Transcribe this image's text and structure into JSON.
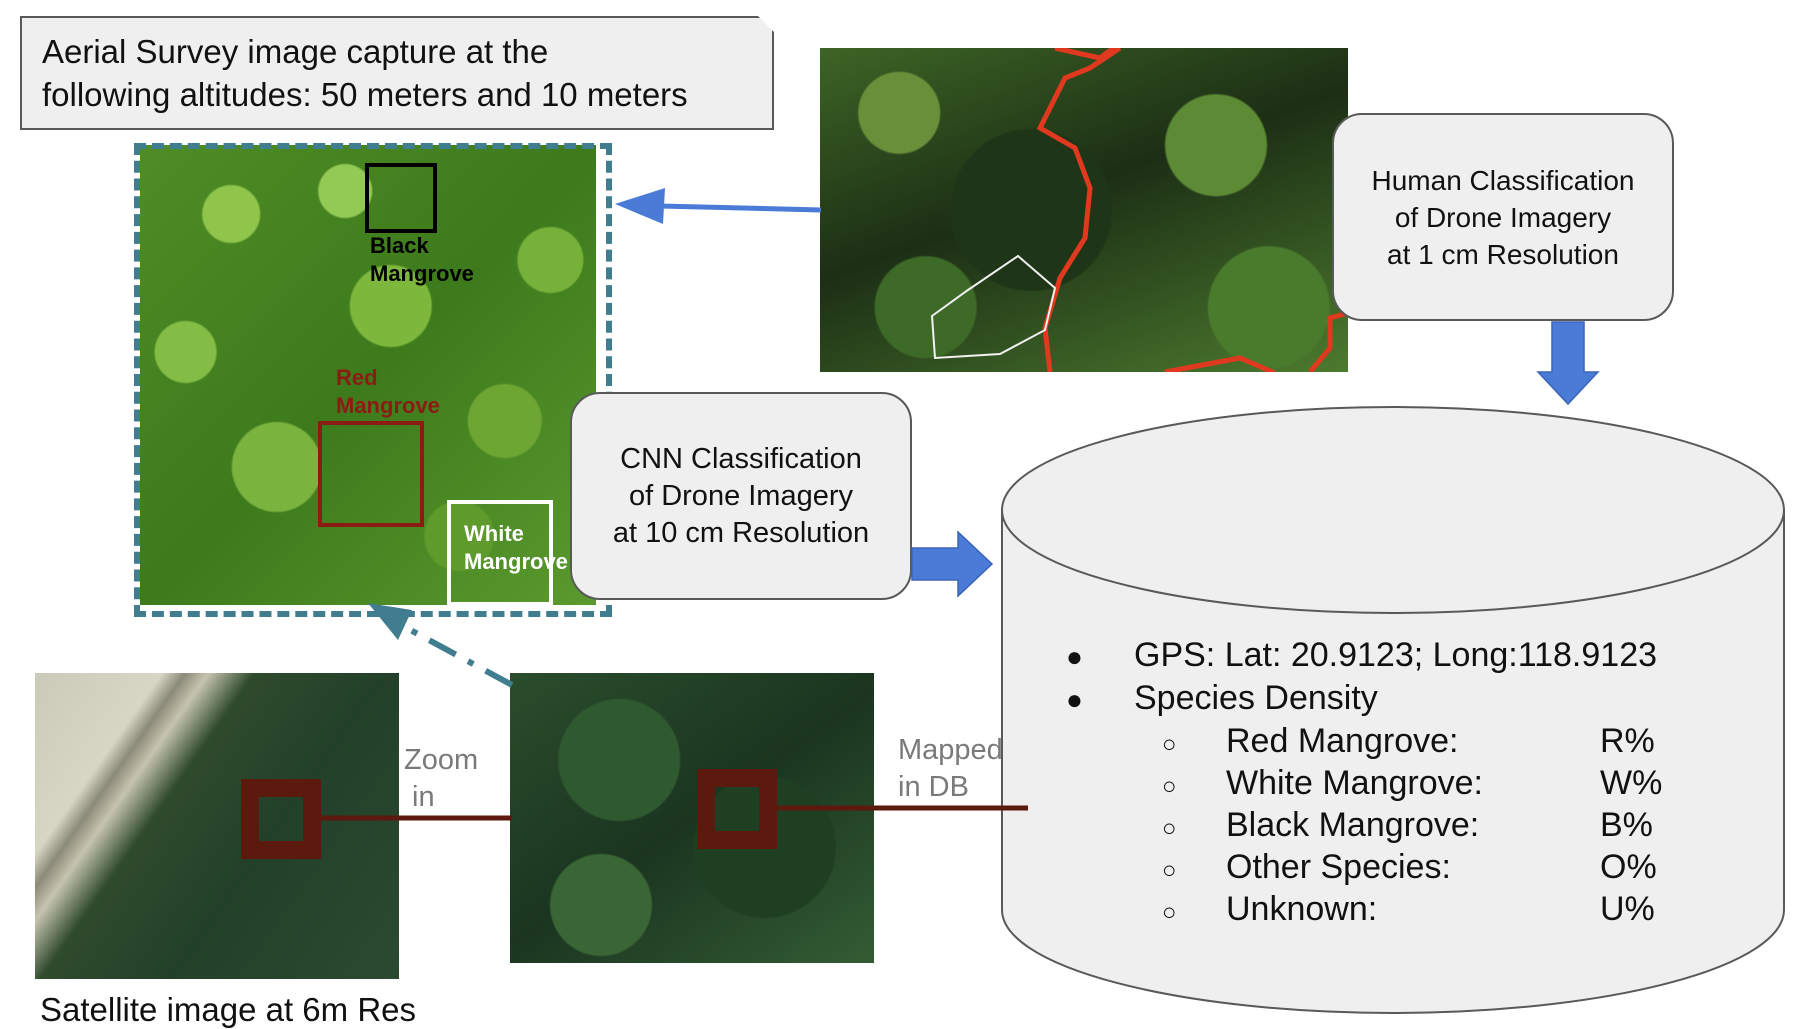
{
  "aerial_callout": "Aerial Survey image capture at the\nfollowing altitudes: 50 meters and 10 meters",
  "human_box": "Human Classification\nof Drone Imagery\nat 1 cm Resolution",
  "cnn_box": "CNN Classification\nof Drone Imagery\nat 10 cm Resolution",
  "labels": {
    "black": "Black\nMangrove",
    "red": "Red\nMangrove",
    "white": "White\nMangrove"
  },
  "zoom_label": "Zoom\n in",
  "mapped_label": "Mapped\nin DB",
  "satellite_caption": "Satellite image at 6m Res",
  "database": {
    "gps": "GPS: Lat: 20.9123; Long:118.9123",
    "species_header": "Species Density",
    "species": [
      {
        "name": "Red Mangrove:",
        "value": "R%"
      },
      {
        "name": "White Mangrove:",
        "value": "W%"
      },
      {
        "name": "Black Mangrove:",
        "value": "B%"
      },
      {
        "name": "Other Species:",
        "value": "O%"
      },
      {
        "name": "Unknown:",
        "value": "U%"
      }
    ],
    "bullet": "●",
    "sub_bullet": "○"
  },
  "colors": {
    "arrow_blue": "#4a7bd6",
    "dash_teal": "#3f7d8f",
    "dark_red_marker": "#5c1a0e",
    "red_box": "#8b1c13",
    "red_outline": "#e0391f",
    "box_fill": "#efefef"
  }
}
